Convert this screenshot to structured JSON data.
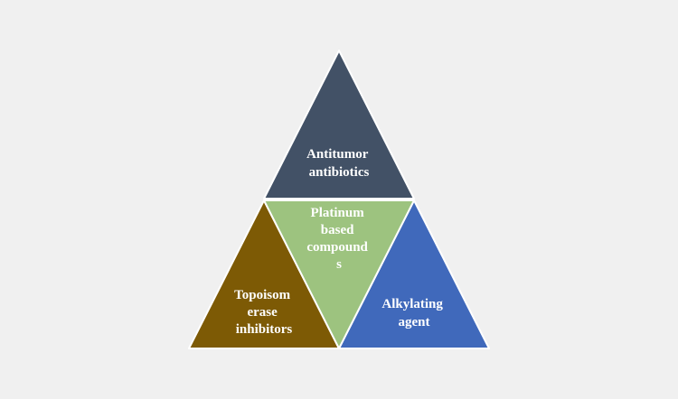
{
  "diagram": {
    "triangles": [
      {
        "id": "antitumor",
        "color": "#425166",
        "lines": [
          "Antitumor",
          "antibiotics"
        ]
      },
      {
        "id": "platinum",
        "color": "#9dc37f",
        "lines": [
          "Platinum",
          "based",
          "compound",
          "s"
        ]
      },
      {
        "id": "topoisomerase",
        "color": "#7d5a05",
        "lines": [
          "Topoisom",
          "erase",
          "inhibitors"
        ]
      },
      {
        "id": "alkylating",
        "color": "#4069bb",
        "lines": [
          "Alkylating",
          "agent"
        ]
      }
    ]
  }
}
